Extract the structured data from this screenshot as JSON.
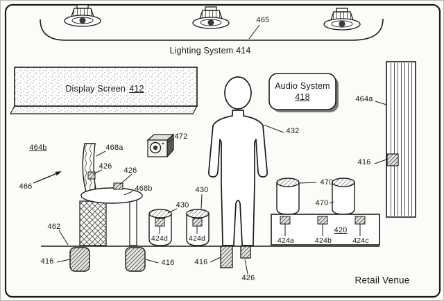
{
  "figure": {
    "venue_label": "Retail Venue",
    "lighting": {
      "system_label": "Lighting System 414",
      "ref_465": "465"
    },
    "display": {
      "name": "Display Screen",
      "ref": "412"
    },
    "audio": {
      "name": "Audio System",
      "ref": "418"
    },
    "refs": {
      "r416": "416",
      "r420": "420",
      "r424a": "424a",
      "r424b": "424b",
      "r424c": "424c",
      "r424d": "424d",
      "r426": "426",
      "r430": "430",
      "r432": "432",
      "r462": "462",
      "r464a": "464a",
      "r464b": "464b",
      "r466": "466",
      "r468a": "468a",
      "r468b": "468b",
      "r470": "470",
      "r472": "472"
    }
  }
}
